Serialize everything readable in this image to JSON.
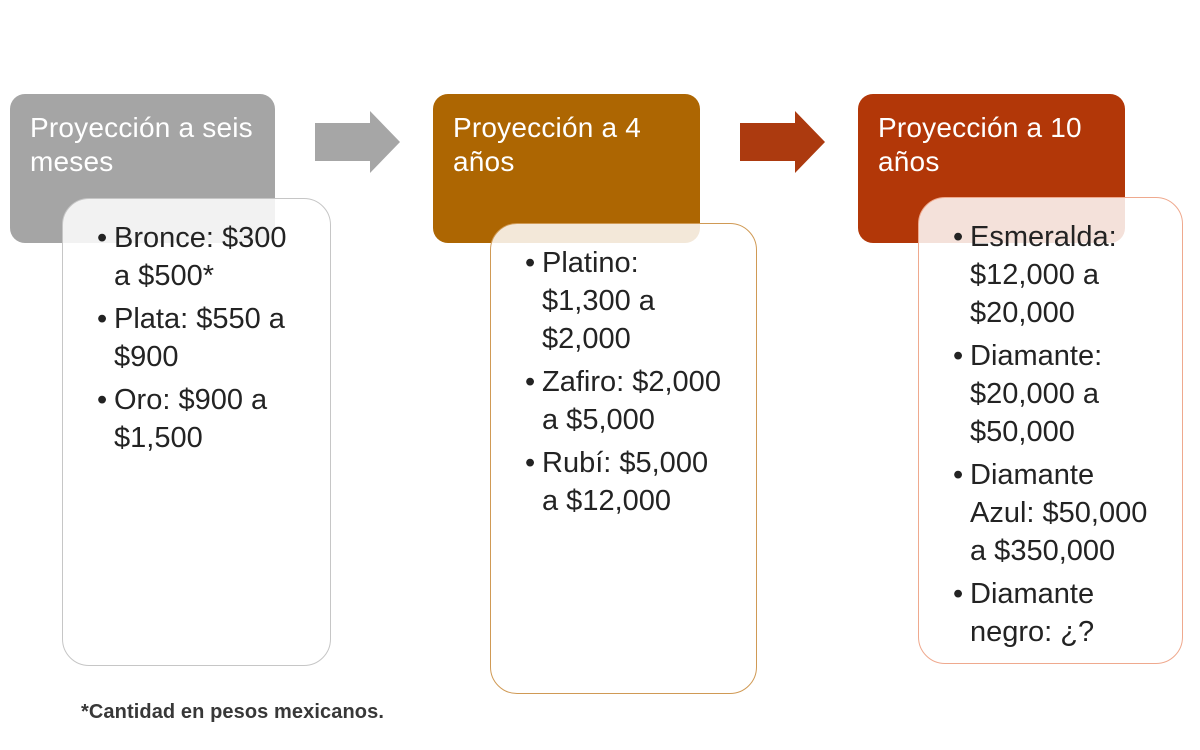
{
  "stages": [
    {
      "title": "Proyección a seis meses",
      "items": [
        "Bronce: $300 a $500*",
        "Plata: $550 a $900",
        "Oro: $900 a $1,500"
      ]
    },
    {
      "title": "Proyección a 4 años",
      "items": [
        "Platino: $1,300 a $2,000",
        "Zafiro: $2,000 a $5,000",
        "Rubí: $5,000 a $12,000"
      ]
    },
    {
      "title": "Proyección a 10 años",
      "items": [
        "Esmeralda: $12,000 a $20,000",
        "Diamante: $20,000 a $50,000",
        "Diamante Azul: $50,000 a $350,000",
        "Diamante negro: ¿?"
      ]
    }
  ],
  "footnote": "*Cantidad en pesos mexicanos.",
  "icons": {
    "flow_arrow_1": "right-arrow",
    "flow_arrow_2": "right-arrow"
  },
  "colors": {
    "stage1-bg": "#A5A5A5",
    "stage2-bg": "#AD6602",
    "stage3-bg": "#B23708",
    "arrow1": "#A6A6A6",
    "arrow2": "#AC3A0F",
    "card1-border": "#C6C6C6",
    "card2-border": "#D09A55",
    "card3-border": "#EFA98E",
    "header-text": "#FFFFFF",
    "body-text": "#232323",
    "footnote-text": "#383838"
  }
}
